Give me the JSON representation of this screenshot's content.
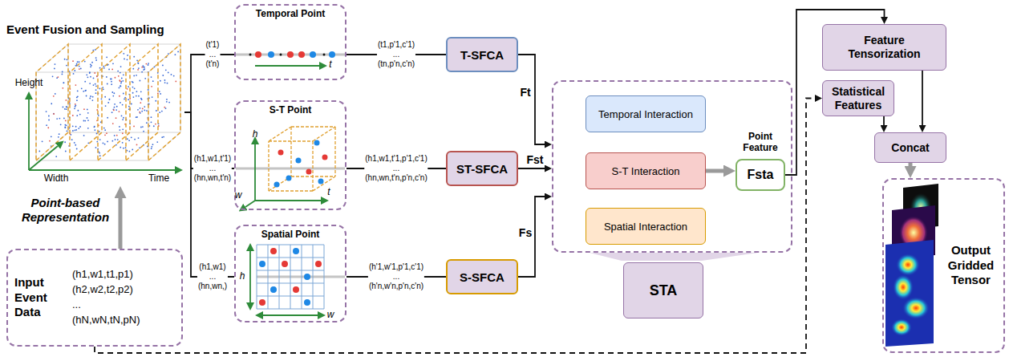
{
  "diagram": {
    "nodes": [
      {
        "text": [
          "Event Fusion and Sampling"
        ]
      },
      {
        "text": [
          "Input Event Data",
          "(h1,w1,t1,p1)",
          "(h2,w2,t2,p2)",
          "...",
          "(hN,wN,tN,pN)"
        ]
      },
      {
        "text": [
          "Temporal Point"
        ]
      },
      {
        "text": [
          "S-T Point"
        ]
      },
      {
        "text": [
          "Spatial Point"
        ]
      },
      {
        "text": [
          "T-SFCA"
        ]
      },
      {
        "text": [
          "ST-SFCA"
        ]
      },
      {
        "text": [
          "S-SFCA"
        ]
      },
      {
        "text": [
          "STA"
        ]
      },
      {
        "text": [
          "Temporal Interaction"
        ],
        "in": 8
      },
      {
        "text": [
          "S-T Interaction"
        ],
        "in": 8
      },
      {
        "text": [
          "Spatial Interaction"
        ],
        "in": 8
      },
      {
        "text": [
          "Point Feature",
          "Fsta"
        ],
        "in": 8
      },
      {
        "text": [
          "Feature Tensorization"
        ]
      },
      {
        "text": [
          "Statistical Features"
        ]
      },
      {
        "text": [
          "Concat"
        ]
      },
      {
        "text": [
          "Output Gridded Tensor"
        ]
      }
    ],
    "edges": [
      {
        "from": 1,
        "to": 0,
        "arrow": "to",
        "label": "Point-based Representation"
      },
      {
        "from": 0,
        "to": 2,
        "arrow": "none",
        "label": "(t'1) ... (t'n)"
      },
      {
        "from": 0,
        "to": 3,
        "arrow": "none",
        "label": "(h1,w1,t'1) ... (hn,wn,t'n)"
      },
      {
        "from": 0,
        "to": 4,
        "arrow": "none",
        "label": "(h1,w1) ... (hn,wn,)"
      },
      {
        "from": 2,
        "to": 5,
        "arrow": "none",
        "label": "(t1,p'1,c'1) ... (tn,p'n,c'n)"
      },
      {
        "from": 3,
        "to": 6,
        "arrow": "none",
        "label": "(h1,w1,t'1,p'1,c'1) ... (hn,wn,t'n,p'n,c'n)"
      },
      {
        "from": 4,
        "to": 7,
        "arrow": "none",
        "label": "(h'1,w'1,p'1,c'1) ... (h'n,w'n,p'n,c'n)"
      },
      {
        "from": 5,
        "to": 8,
        "arrow": "to",
        "label": "Ft"
      },
      {
        "from": 6,
        "to": 8,
        "arrow": "to",
        "label": "Fst"
      },
      {
        "from": 7,
        "to": 8,
        "arrow": "to",
        "label": "Fs"
      },
      {
        "from": 10,
        "to": 12,
        "arrow": "to"
      },
      {
        "from": 12,
        "to": 13,
        "arrow": "to"
      },
      {
        "from": 1,
        "to": 14,
        "arrow": "to"
      },
      {
        "from": 13,
        "to": 15,
        "arrow": "to"
      },
      {
        "from": 14,
        "to": 15,
        "arrow": "to"
      },
      {
        "from": 15,
        "to": 16,
        "arrow": "to"
      }
    ],
    "labels": [
      "Height",
      "Width",
      "Time",
      "t",
      "h",
      "w",
      "t",
      "h",
      "w"
    ]
  }
}
